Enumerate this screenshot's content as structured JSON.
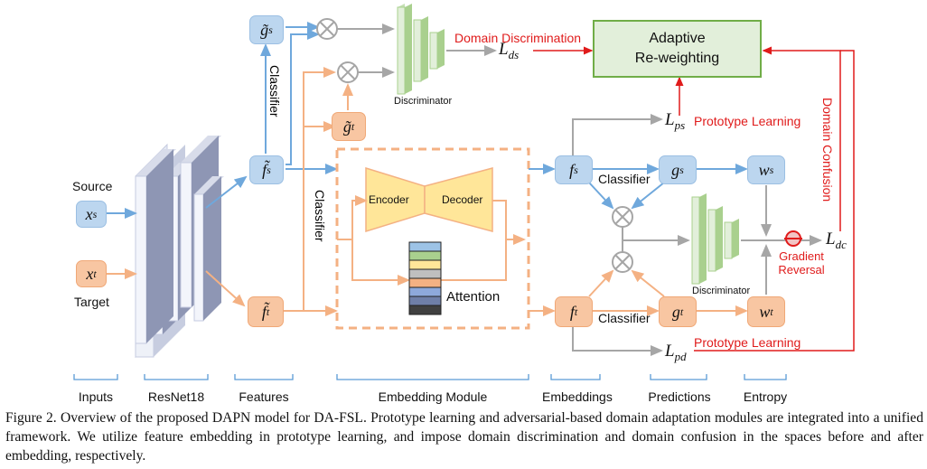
{
  "inputs": {
    "source_label": "Source",
    "target_label": "Target",
    "xs": {
      "base": "x",
      "sub": "s"
    },
    "xt": {
      "base": "x",
      "sub": "t"
    }
  },
  "features": {
    "fs": {
      "base": "f̃",
      "sub": "s"
    },
    "ft": {
      "base": "f̃",
      "sub": "t"
    },
    "gs_tilde": {
      "base": "g̃",
      "sub": "s"
    },
    "gt_tilde": {
      "base": "g̃",
      "sub": "t"
    }
  },
  "embeddings": {
    "fs": {
      "base": "f",
      "sub": "s"
    },
    "ft": {
      "base": "f",
      "sub": "t"
    }
  },
  "predictions": {
    "gs": {
      "base": "g",
      "sub": "s"
    },
    "gt": {
      "base": "g",
      "sub": "t"
    }
  },
  "entropy": {
    "ws": {
      "base": "w",
      "sub": "s"
    },
    "wt": {
      "base": "w",
      "sub": "t"
    }
  },
  "losses": {
    "lds": {
      "base": "L",
      "sub": "ds"
    },
    "lps": {
      "base": "L",
      "sub": "ps"
    },
    "lpd": {
      "base": "L",
      "sub": "pd"
    },
    "ldc": {
      "base": "L",
      "sub": "dc"
    }
  },
  "labels": {
    "classifier_top": "Classifier",
    "classifier_mid": "Classifier",
    "classifier_s": "Classifier",
    "classifier_t": "Classifier",
    "discriminator_top": "Discriminator",
    "discriminator_bottom": "Discriminator",
    "encoder": "Encoder",
    "decoder": "Decoder",
    "attention": "Attention",
    "adaptive_line1": "Adaptive",
    "adaptive_line2": "Re-weighting",
    "domain_discrimination": "Domain Discrimination",
    "prototype_learning_top": "Prototype Learning",
    "prototype_learning_bottom": "Prototype Learning",
    "domain_confusion": "Domain Confusion",
    "gradient_line1": "Gradient",
    "gradient_line2": "Reversal"
  },
  "sections": [
    "Inputs",
    "ResNet18",
    "Features",
    "Embedding Module",
    "Embeddings",
    "Predictions",
    "Entropy"
  ],
  "colors": {
    "source_blue": "#6fa8dc",
    "target_orange": "#f4b183",
    "gray_arrow": "#a6a6a6",
    "red": "#e01b1b",
    "green_box": "#e2efda",
    "green_border": "#70ad47",
    "bracket_blue": "#5b9bd5"
  },
  "caption": "Figure 2. Overview of the proposed DAPN model for DA-FSL. Prototype learning and adversarial-based domain adaptation modules are integrated into a unified framework. We utilize feature embedding in prototype learning, and impose domain discrimination and domain confusion in the spaces before and after embedding, respectively."
}
